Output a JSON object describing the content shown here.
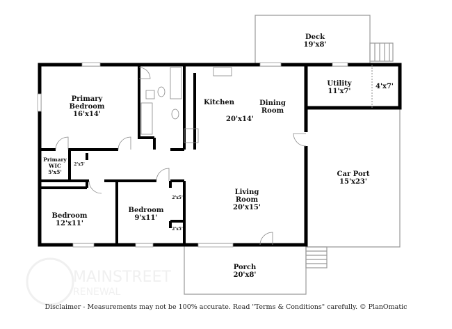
{
  "rooms": {
    "deck": {
      "name": "Deck",
      "size": "19'x8'"
    },
    "primary_bedroom": {
      "name1": "Primary",
      "name2": "Bedroom",
      "size": "16'x14'"
    },
    "kitchen": {
      "name": "Kitchen"
    },
    "dining_room": {
      "name1": "Dining",
      "name2": "Room"
    },
    "kitchen_dining_size": "20'x14'",
    "utility": {
      "name": "Utility",
      "size": "11'x7'"
    },
    "storage": {
      "size": "4'x7'"
    },
    "primary_wic": {
      "name1": "Primary",
      "name2": "WIC",
      "size": "5'x5'"
    },
    "closet_a": {
      "size": "2'x5'"
    },
    "closet_b": {
      "size": "2'x5'"
    },
    "closet_c": {
      "size": "2'x5'"
    },
    "car_port": {
      "name": "Car Port",
      "size": "15'x23'"
    },
    "living_room": {
      "name1": "Living",
      "name2": "Room",
      "size": "20'x15'"
    },
    "bedroom_1": {
      "name": "Bedroom",
      "size": "12'x11'"
    },
    "bedroom_2": {
      "name": "Bedroom",
      "size": "9'x11'"
    },
    "porch": {
      "name": "Porch",
      "size": "20'x8'"
    }
  },
  "watermark": {
    "line1": "MAINSTREET",
    "line2": "RENEWAL"
  },
  "disclaimer": "Disclaimer - Measurements may not be 100% accurate. Read \"Terms & Conditions\" carefully. © PlanOmatic"
}
